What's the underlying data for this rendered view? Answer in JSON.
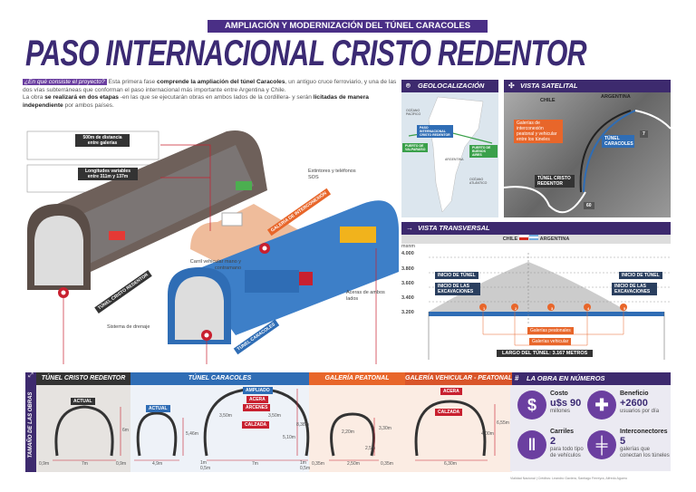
{
  "header": {
    "banner": "AMPLIACIÓN Y MODERNIZACIÓN DEL TÚNEL CARACOLES",
    "title": "PASO INTERNACIONAL CRISTO REDENTOR"
  },
  "intro": {
    "question": "¿En qué consiste el proyecto?",
    "p1a": " Esta primera fase ",
    "p1b": "comprende la ampliación del túnel Caracoles",
    "p1c": ", un antiguo cruce ferroviario, y una de las dos vías subterráneas que conforman el paso internacional más importante entre Argentina y Chile.",
    "p2a": "La obra ",
    "p2b": "se realizará en dos etapas",
    "p2c": " -en las que se ejecutarán obras en ambos lados de la cordillera- y serán ",
    "p2d": "licitadas de manera independiente",
    "p2e": " por ambos países."
  },
  "diagram": {
    "callout_distance": "500m de distancia entre galerías",
    "callout_length": "Longitudes variables entre 311m y 137m",
    "extintores": "Extintores y teléfonos SOS",
    "galeria_label": "GALERÍA DE INTERCONEXIÓN",
    "carril": "Carril vehicular mano y contramano",
    "aceras": "Aceras de ambos lados",
    "drenaje": "Sistema de drenaje",
    "tunnel_cristo": "TÚNEL CRISTO REDENTOR",
    "tunnel_caracoles": "TÚNEL CARACOLES"
  },
  "geo": {
    "title": "GEOLOCALIZACIÓN",
    "pacific": "OCÉANO PACÍFICO",
    "atlantic": "OCÉANO ATLÁNTICO",
    "argentina": "ARGENTINA",
    "paso": "PASO INTERNACIONAL CRISTO REDENTOR",
    "valparaiso": "PUERTO DE VALPARAÍSO",
    "buenos_aires": "PUERTO DE BUENOS AIRES"
  },
  "satellite": {
    "title": "VISTA SATELITAL",
    "chile": "CHILE",
    "argentina": "ARGENTINA",
    "galerias": "Galerías de interconexión peatonal y vehicular entre los túneles",
    "caracoles": "TÚNEL CARACOLES",
    "cristo": "TÚNEL CRISTO REDENTOR",
    "route_7": "7",
    "route_60": "60"
  },
  "transversal": {
    "title": "VISTA TRANSVERSAL",
    "chile": "CHILE",
    "argentina": "ARGENTINA",
    "unit": "msnm",
    "ticks": [
      "4.000",
      "3.800",
      "3.600",
      "3.400",
      "3.200"
    ],
    "inicio_tunel": "INICIO DE TÚNEL",
    "inicio_excav": "INICIO DE LAS EXCAVACIONES",
    "markers": [
      "1",
      "2",
      "3",
      "4",
      "5"
    ],
    "gal_peatonales": "Galerías peatonales",
    "gal_vehicular": "Galerías vehicular",
    "largo": "LARGO DEL TÚNEL: 3.167 METROS"
  },
  "sizes": {
    "side_label": "TAMAÑO DE LAS OBRAS",
    "cristo": {
      "title": "TÚNEL CRISTO REDENTOR",
      "tag": "ACTUAL",
      "h": "6m",
      "w": "7m",
      "side_l": "0,9m",
      "side_r": "0,9m"
    },
    "caracoles": {
      "title": "TÚNEL CARACOLES",
      "tag_actual": "ACTUAL",
      "h_actual": "5,46m",
      "w_actual": "4,9m",
      "tag_ampliado": "AMPLIADO",
      "acera": "ACERA",
      "arcenes": "ARCENES",
      "calzada": "CALZADA",
      "lane1": "3,50m",
      "lane2": "3,50m",
      "h1": "5,10m",
      "h2": "8,38m",
      "w": "7m",
      "side": "1m",
      "side2": "0,5m"
    },
    "peatonal": {
      "title": "GALERÍA PEATONAL",
      "h1": "2,20m",
      "h2": "3,30m",
      "h3": "2,5m",
      "w": "2,50m",
      "l": "0,35m",
      "r": "0,35m"
    },
    "vehicular": {
      "title": "GALERÍA VEHICULAR - PEATONAL",
      "acera": "ACERA",
      "calzada": "CALZADA",
      "h1": "4,00m",
      "h2": "6,55m",
      "w": "6,30m"
    }
  },
  "numbers": {
    "title": "LA OBRA EN NÚMEROS",
    "items": [
      {
        "label": "Costo",
        "value": "u$s 90",
        "desc": "millones",
        "icon": "dollar-icon"
      },
      {
        "label": "Beneficio",
        "value": "+2600",
        "desc": "usuarios por día",
        "icon": "hands-cross-icon"
      },
      {
        "label": "Carriles",
        "value": "2",
        "desc": "para todo tipo de vehículos",
        "icon": "road-icon"
      },
      {
        "label": "Interconectores",
        "value": "5",
        "desc": "galerías que conectan los túneles",
        "icon": "connector-icon"
      }
    ]
  },
  "credit": "Vialidad Nacional | Créditos: Leandro Gaviera, Santiago Ferreyra, Alfredo Aguero",
  "colors": {
    "purple": "#3b2a73",
    "blue": "#2f6db5",
    "orange": "#e8662a",
    "red": "#c8202f"
  }
}
